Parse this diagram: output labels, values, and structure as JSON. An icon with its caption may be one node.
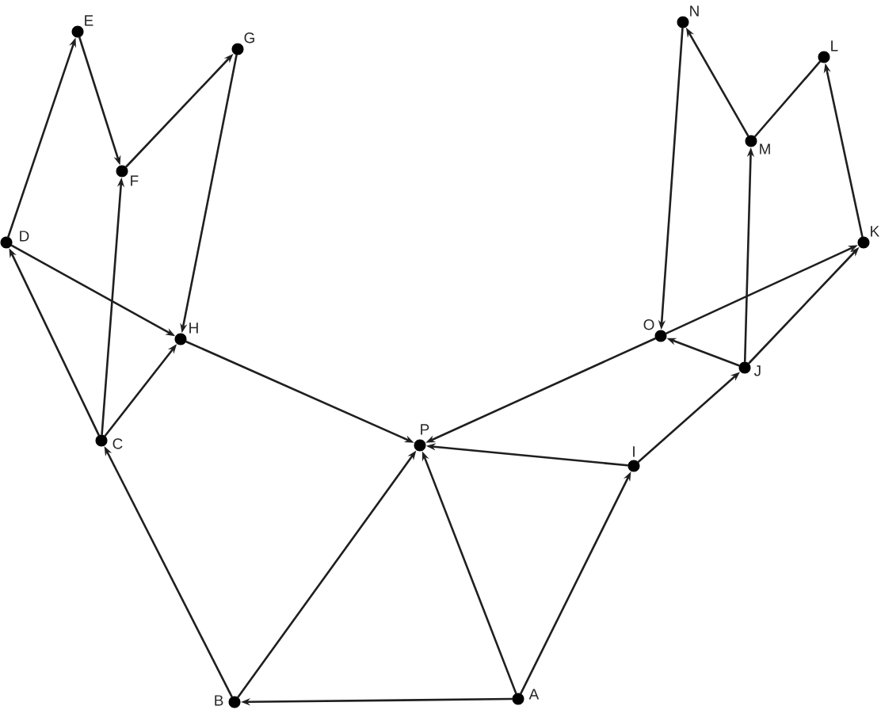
{
  "diagram": {
    "nodes": [
      {
        "text": [
          "A"
        ]
      },
      {
        "text": [
          "B"
        ]
      },
      {
        "text": [
          "C"
        ]
      },
      {
        "text": [
          "D"
        ]
      },
      {
        "text": [
          "E"
        ]
      },
      {
        "text": [
          "F"
        ]
      },
      {
        "text": [
          "G"
        ]
      },
      {
        "text": [
          "H"
        ]
      },
      {
        "text": [
          "I"
        ]
      },
      {
        "text": [
          "J"
        ]
      },
      {
        "text": [
          "K"
        ]
      },
      {
        "text": [
          "L"
        ]
      },
      {
        "text": [
          "M"
        ]
      },
      {
        "text": [
          "N"
        ]
      },
      {
        "text": [
          "O"
        ]
      },
      {
        "text": [
          "P"
        ]
      }
    ],
    "edges": [
      {
        "from": 0,
        "to": 1,
        "arrow": "to"
      },
      {
        "from": 0,
        "to": 15,
        "arrow": "to"
      },
      {
        "from": 0,
        "to": 8,
        "arrow": "to"
      },
      {
        "from": 1,
        "to": 15,
        "arrow": "to"
      },
      {
        "from": 1,
        "to": 2,
        "arrow": "to"
      },
      {
        "from": 2,
        "to": 3,
        "arrow": "to"
      },
      {
        "from": 2,
        "to": 5,
        "arrow": "to"
      },
      {
        "from": 2,
        "to": 7,
        "arrow": "to"
      },
      {
        "from": 3,
        "to": 4,
        "arrow": "to"
      },
      {
        "from": 3,
        "to": 7,
        "arrow": "to"
      },
      {
        "from": 4,
        "to": 5,
        "arrow": "to"
      },
      {
        "from": 5,
        "to": 6,
        "arrow": "to"
      },
      {
        "from": 6,
        "to": 7,
        "arrow": "to"
      },
      {
        "from": 7,
        "to": 15,
        "arrow": "to"
      },
      {
        "from": 8,
        "to": 15,
        "arrow": "to"
      },
      {
        "from": 8,
        "to": 9,
        "arrow": "to"
      },
      {
        "from": 9,
        "to": 14,
        "arrow": "to"
      },
      {
        "from": 9,
        "to": 12,
        "arrow": "to"
      },
      {
        "from": 9,
        "to": 10,
        "arrow": "to"
      },
      {
        "from": 14,
        "to": 10,
        "arrow": "to"
      },
      {
        "from": 10,
        "to": 11,
        "arrow": "to"
      },
      {
        "from": 12,
        "to": 13,
        "arrow": "to"
      },
      {
        "from": 12,
        "to": 11,
        "arrow": "none"
      },
      {
        "from": 13,
        "to": 14,
        "arrow": "to"
      },
      {
        "from": 14,
        "to": 15,
        "arrow": "to"
      }
    ]
  }
}
